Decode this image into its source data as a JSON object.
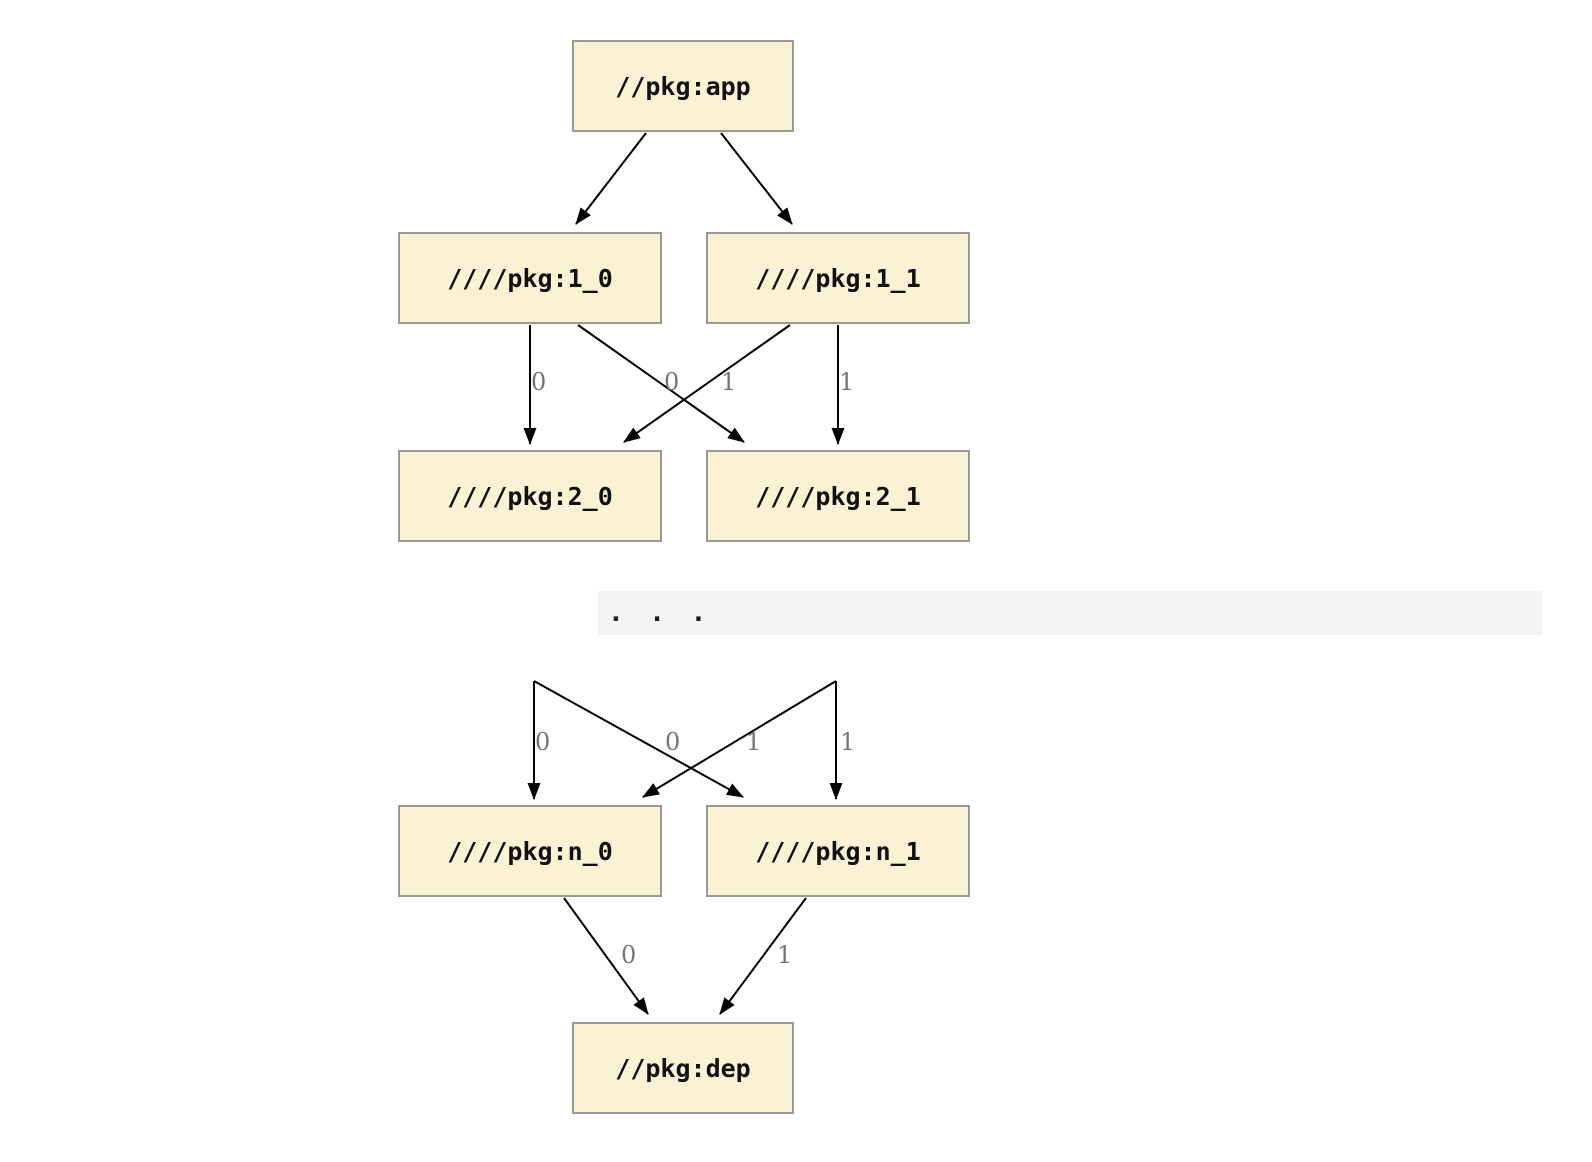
{
  "diagram": {
    "nodes": [
      {
        "id": "app",
        "label": "//pkg:app"
      },
      {
        "id": "1_0",
        "label": "////pkg:1_0"
      },
      {
        "id": "1_1",
        "label": "////pkg:1_1"
      },
      {
        "id": "2_0",
        "label": "////pkg:2_0"
      },
      {
        "id": "2_1",
        "label": "////pkg:2_1"
      },
      {
        "id": "n_0",
        "label": "////pkg:n_0"
      },
      {
        "id": "n_1",
        "label": "////pkg:n_1"
      },
      {
        "id": "dep",
        "label": "//pkg:dep"
      }
    ],
    "ellipsis": ". . .",
    "edges": [
      {
        "from": "app",
        "to": "1_0",
        "label": ""
      },
      {
        "from": "app",
        "to": "1_1",
        "label": ""
      },
      {
        "from": "1_0",
        "to": "2_0",
        "label": "0"
      },
      {
        "from": "1_1",
        "to": "2_0",
        "label": "0"
      },
      {
        "from": "1_0",
        "to": "2_1",
        "label": "1"
      },
      {
        "from": "1_1",
        "to": "2_1",
        "label": "1"
      },
      {
        "from": "...",
        "to": "n_0",
        "label": "0"
      },
      {
        "from": "...",
        "to": "n_0",
        "label": "0"
      },
      {
        "from": "...",
        "to": "n_1",
        "label": "1"
      },
      {
        "from": "...",
        "to": "n_1",
        "label": "1"
      },
      {
        "from": "n_0",
        "to": "dep",
        "label": "0"
      },
      {
        "from": "n_1",
        "to": "dep",
        "label": "1"
      }
    ],
    "colors": {
      "node_fill": "#FBF1D3",
      "node_border": "#999999",
      "band_fill": "#F4F4F4",
      "edge": "#000000",
      "edge_label": "#757575"
    }
  }
}
